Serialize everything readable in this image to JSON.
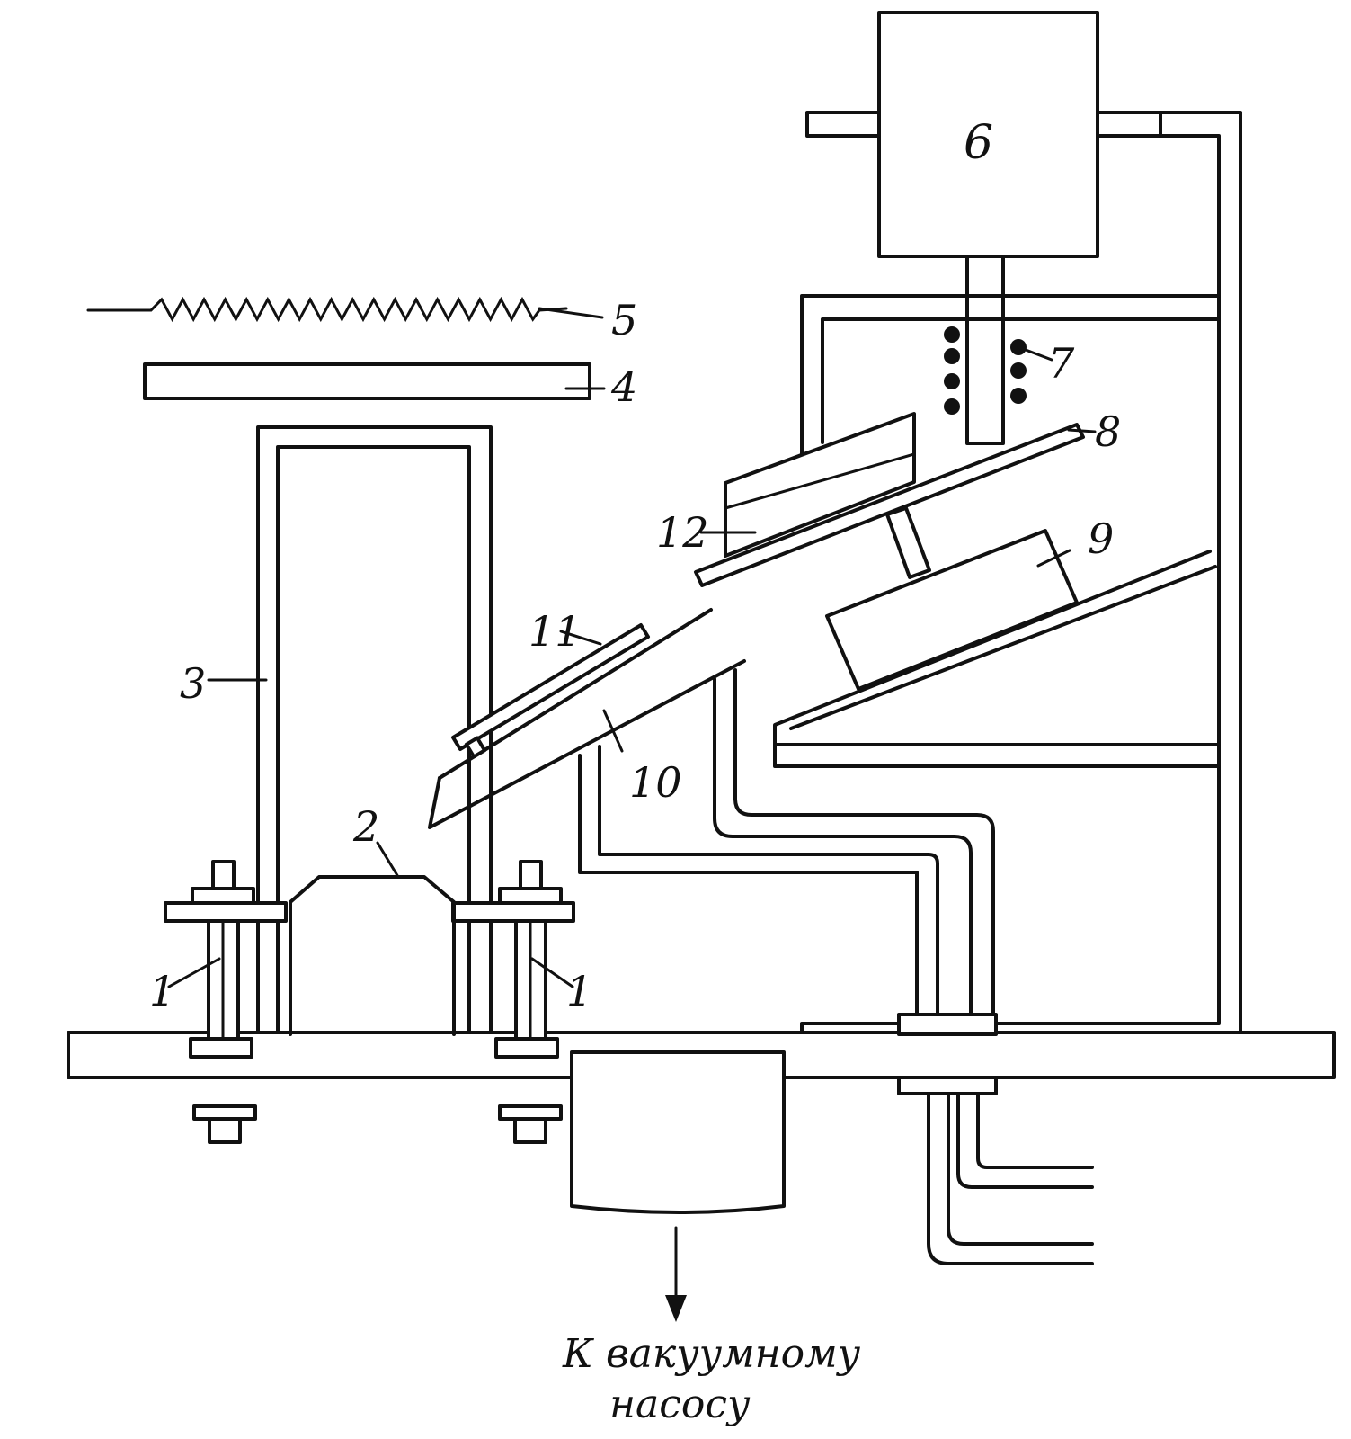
{
  "labels": {
    "l1_left": "1",
    "l1_right": "1",
    "l2": "2",
    "l3": "3",
    "l4": "4",
    "l5": "5",
    "l6": "6",
    "l7": "7",
    "l8": "8",
    "l9": "9",
    "l10": "10",
    "l11": "11",
    "l12": "12"
  },
  "caption": {
    "line1": "К вакуумному",
    "line2": "насосу"
  }
}
